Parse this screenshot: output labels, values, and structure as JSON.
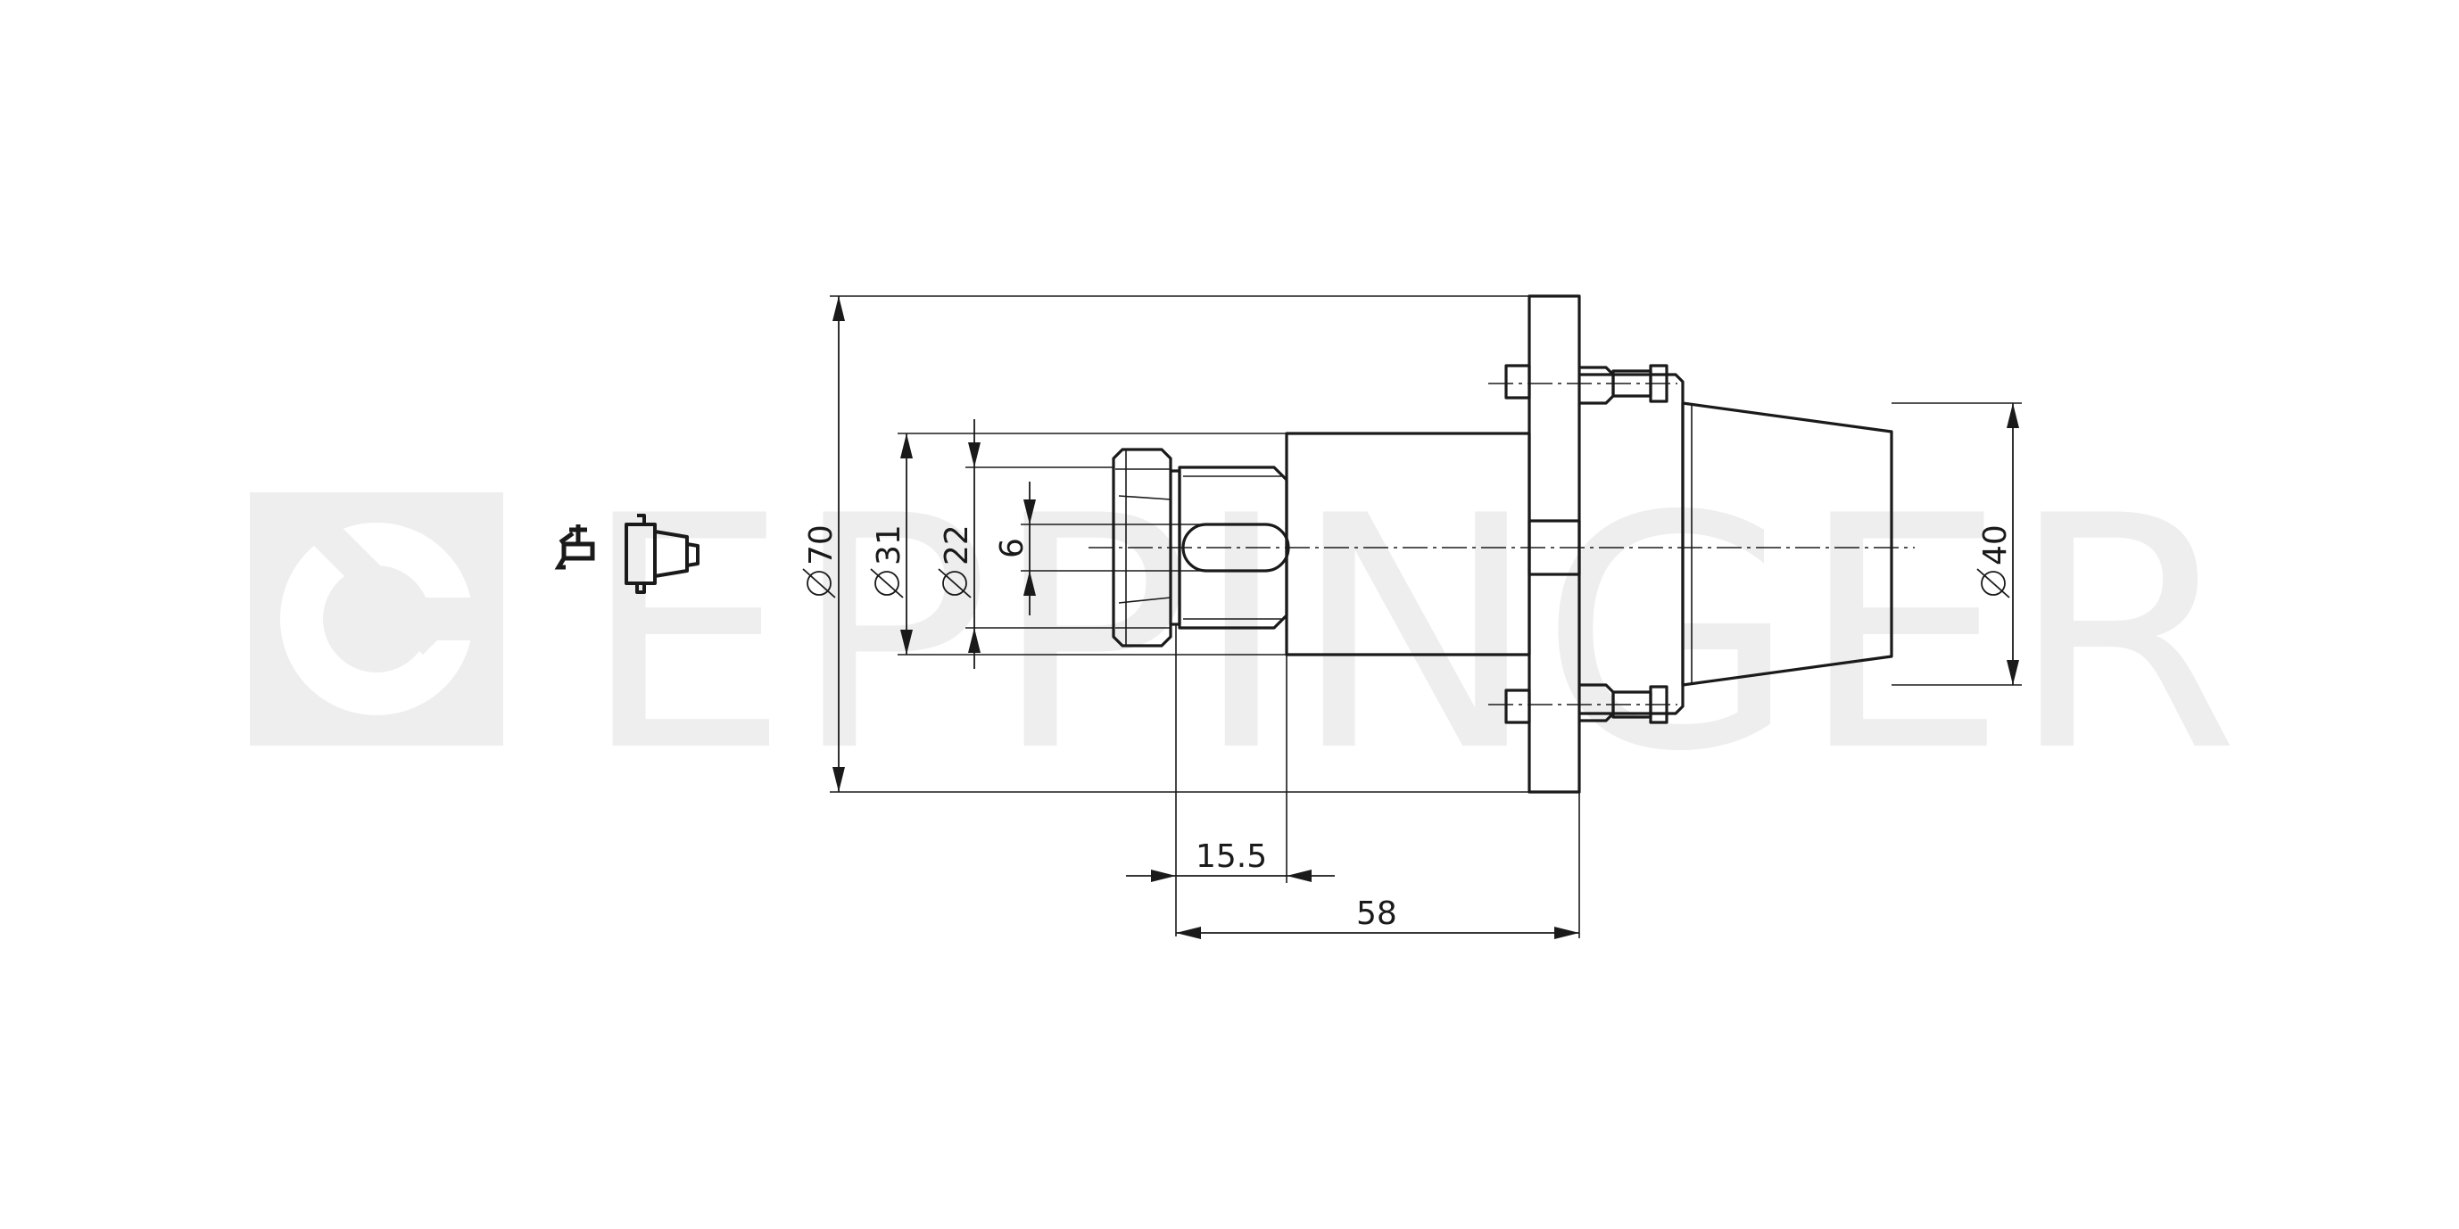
{
  "watermark": {
    "text": "EPPINGER"
  },
  "icons": {
    "coolant": "coolant-tap-icon",
    "taper": "taper-shank-icon"
  },
  "dimensions": {
    "d70": "70",
    "d31": "31",
    "d22": "22",
    "d40": "40",
    "slot_width": "6",
    "length_15_5": "15.5",
    "length_58": "58"
  }
}
